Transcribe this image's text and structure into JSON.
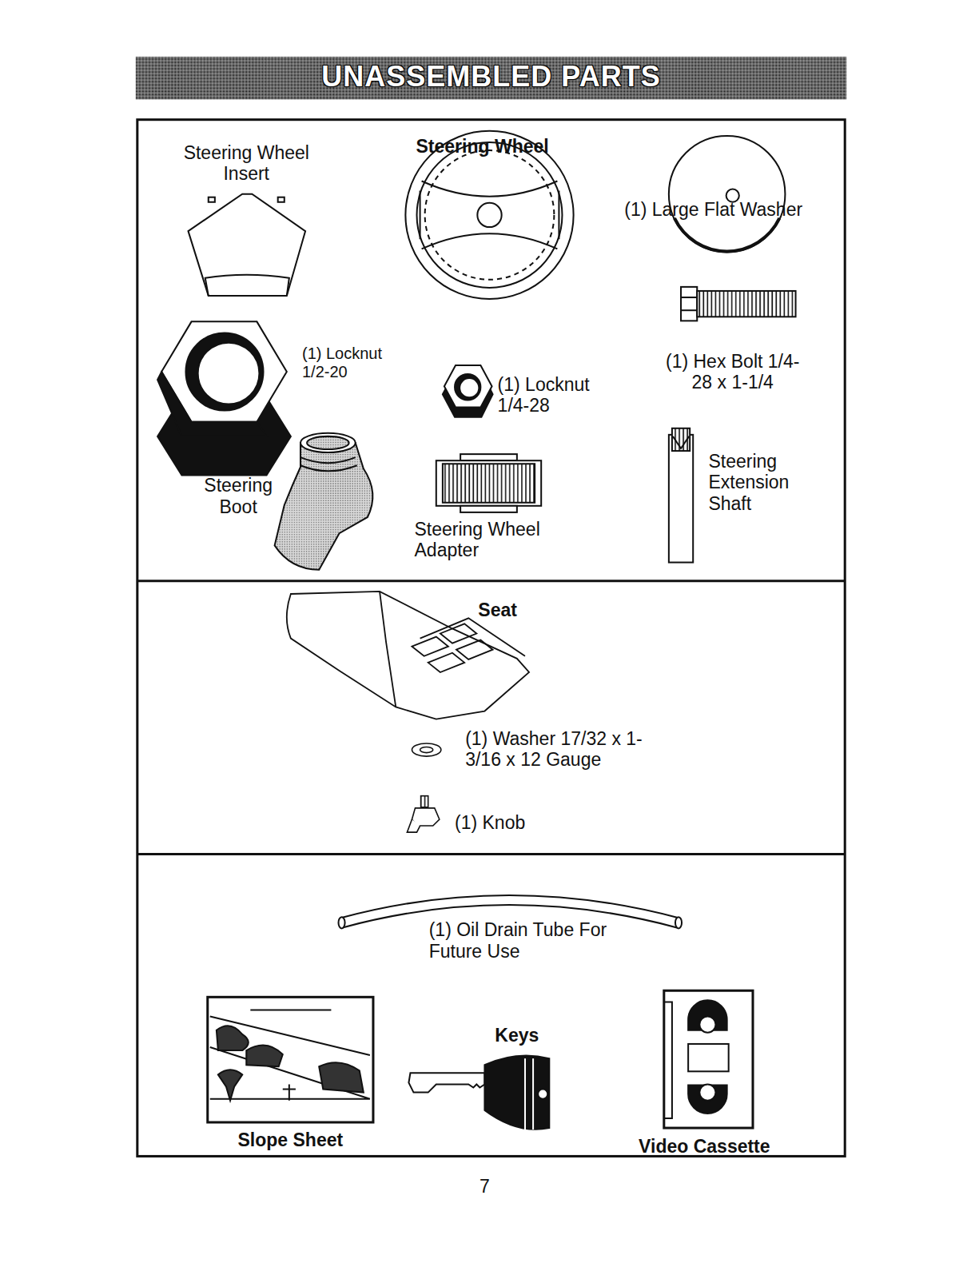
{
  "diagram": {
    "title": "UNASSEMBLED PARTS",
    "labels": [
      "Steering Wheel Insert",
      "Steering Wheel",
      "(1) Large Flat Washer",
      "(1) Locknut 1/2-20",
      "(1) Locknut 1/4-28",
      "(1) Hex Bolt 1/4-28 x 1-1/4",
      "Steering Boot",
      "Steering Wheel Adapter",
      "Steering Extension Shaft",
      "Seat",
      "(1) Washer 17/32 x 1-3/16 x 12 Gauge",
      "(1) Knob",
      "(1) Oil Drain Tube For Future Use",
      "Slope Sheet",
      "Keys",
      "Video Cassette",
      "7"
    ]
  }
}
